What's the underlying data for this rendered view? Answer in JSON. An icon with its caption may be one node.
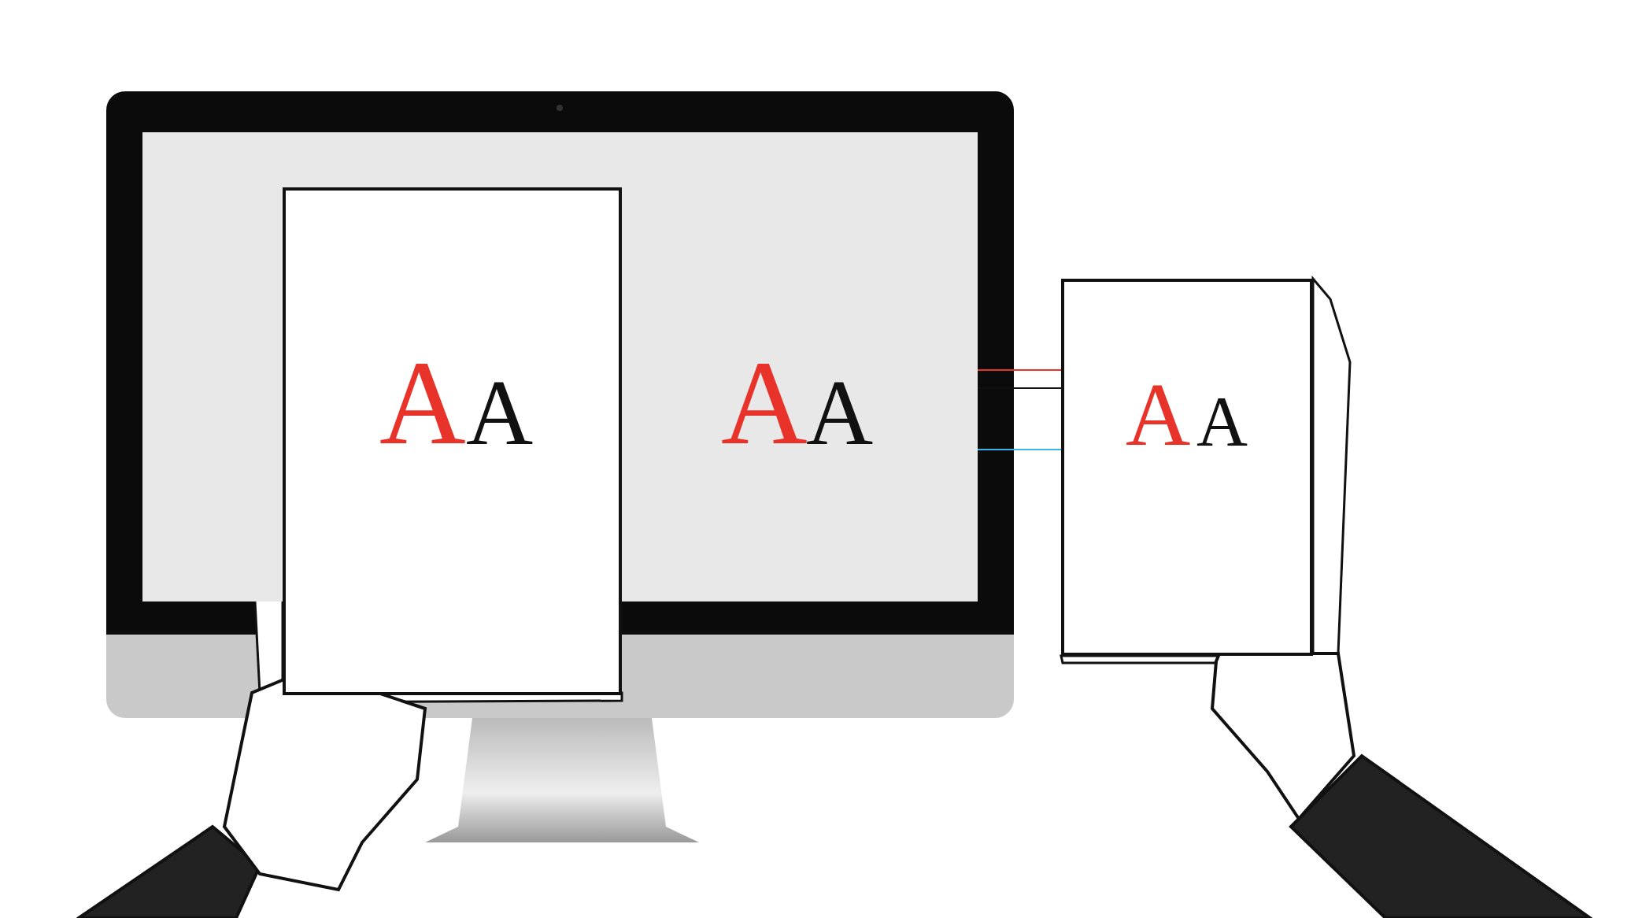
{
  "diagram": {
    "nodes": [
      {
        "text": [
          "A",
          "A"
        ]
      },
      {
        "text": [
          "A",
          "A"
        ]
      },
      {
        "text": [
          "A",
          "A"
        ]
      }
    ]
  }
}
